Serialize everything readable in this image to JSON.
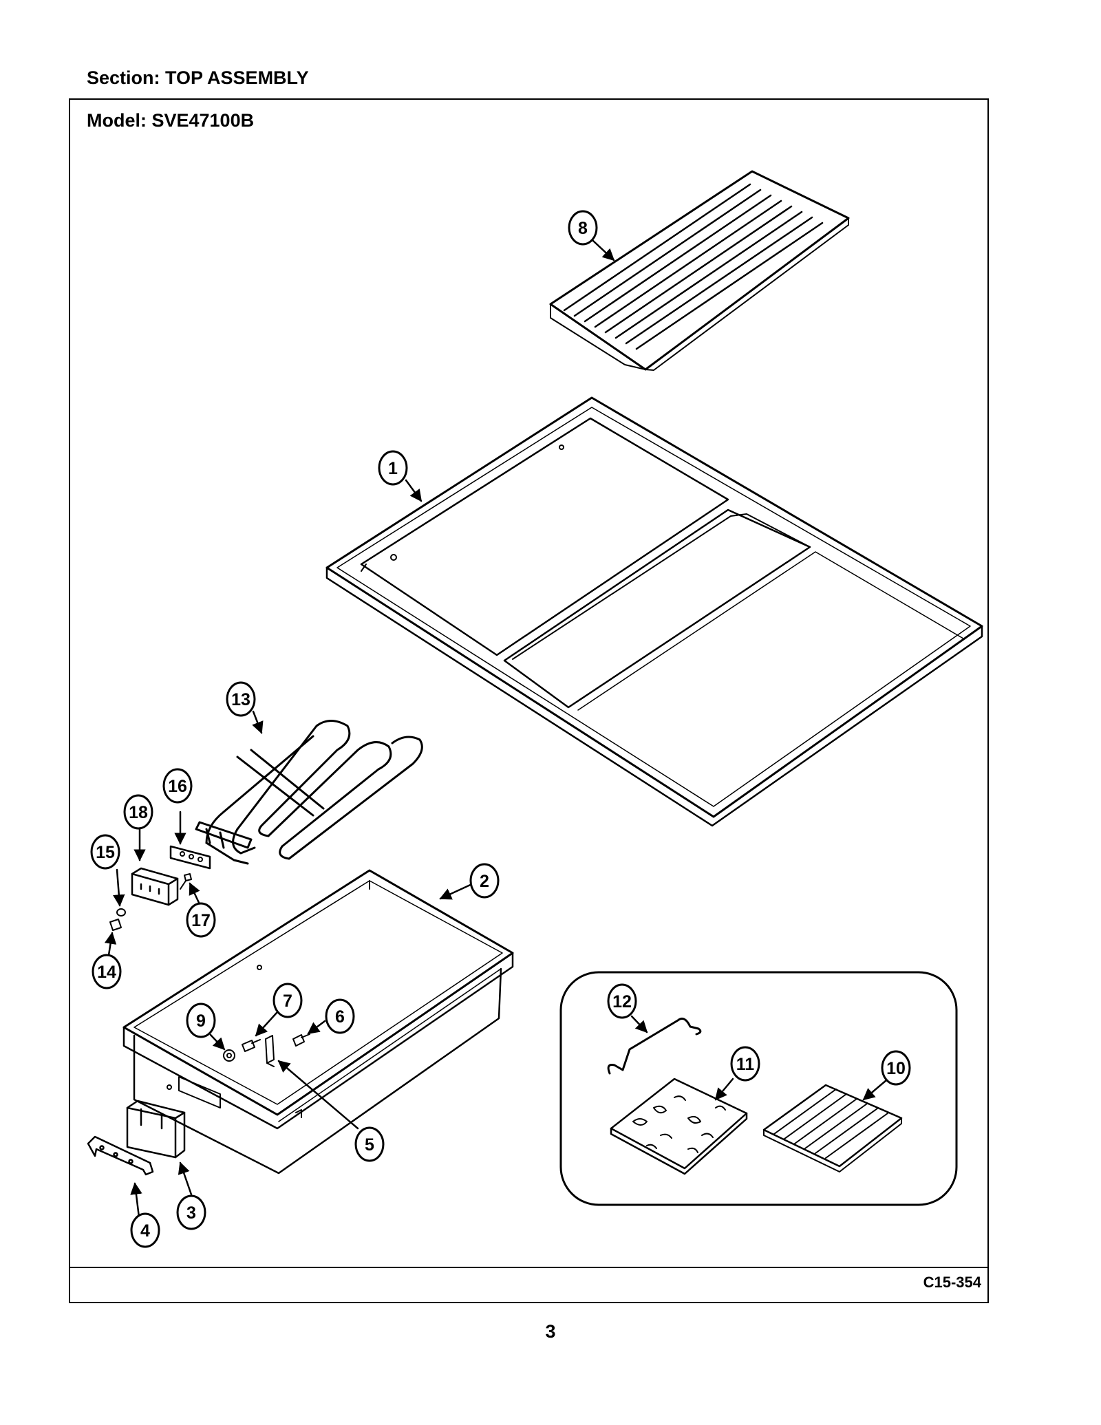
{
  "header": {
    "section_label": "Section:  TOP ASSEMBLY",
    "model_label": "Model:  SVE47100B"
  },
  "footer": {
    "code": "C15-354",
    "page_number": "3"
  },
  "callouts": [
    "1",
    "2",
    "3",
    "4",
    "5",
    "6",
    "7",
    "8",
    "9",
    "10",
    "11",
    "12",
    "13",
    "14",
    "15",
    "16",
    "17",
    "18"
  ]
}
